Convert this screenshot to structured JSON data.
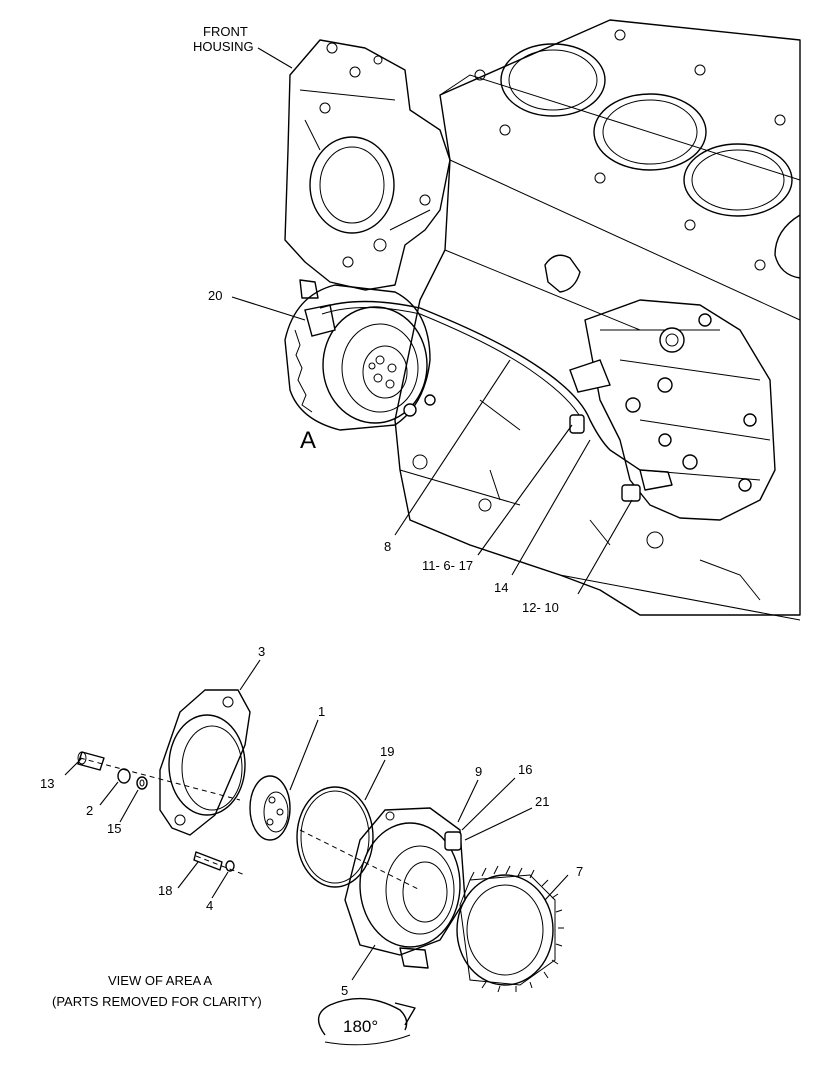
{
  "labels": {
    "front_housing_1": "FRONT",
    "front_housing_2": "HOUSING",
    "area": "A",
    "p20": "20",
    "p8": "8",
    "p11_6_17": "11- 6- 17",
    "p14": "14",
    "p12_10": "12- 10",
    "p3": "3",
    "p1": "1",
    "p19": "19",
    "p9": "9",
    "p16": "16",
    "p21": "21",
    "p13": "13",
    "p2": "2",
    "p15": "15",
    "p18": "18",
    "p4": "4",
    "p7": "7",
    "p5": "5",
    "view_1": "VIEW OF AREA  A",
    "view_2": "(PARTS REMOVED FOR CLARITY)",
    "rotate": "180°"
  }
}
